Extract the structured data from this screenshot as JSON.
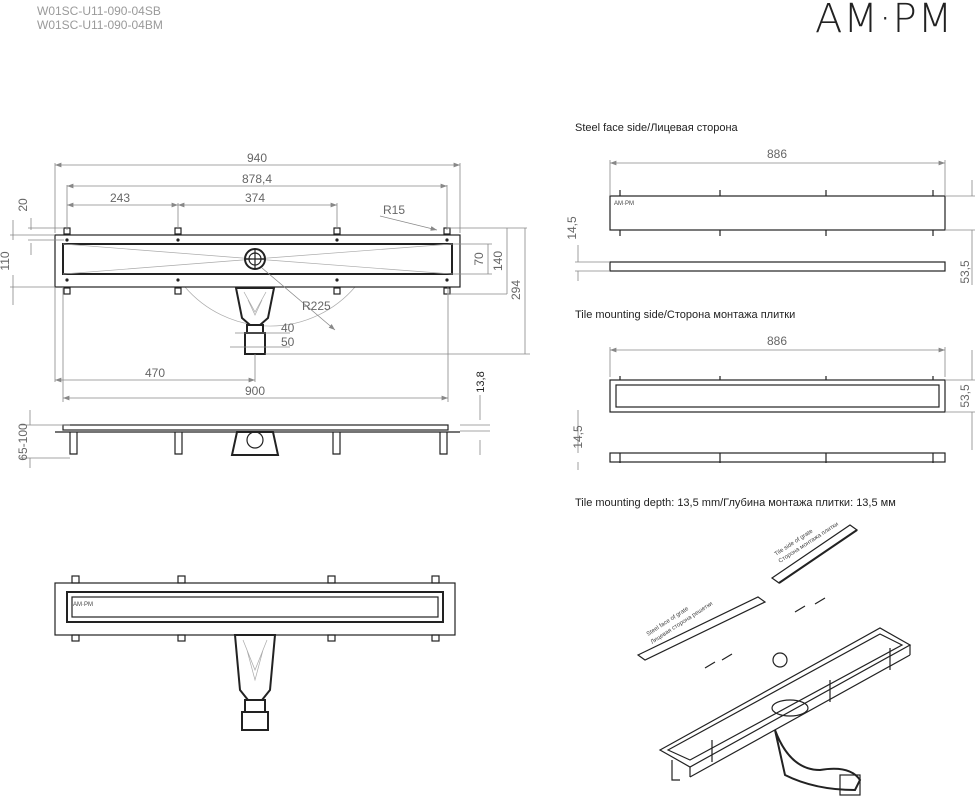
{
  "header": {
    "codes": [
      "W01SC-U11-090-04SB",
      "W01SC-U11-090-04BM"
    ],
    "logo": "AM·PM"
  },
  "top_view": {
    "dims": {
      "d940": "940",
      "d878": "878,4",
      "d243": "243",
      "d374": "374",
      "d20": "20",
      "d110": "110",
      "d70": "70",
      "d140": "140",
      "d294": "294",
      "r15": "R15",
      "r225": "R225",
      "d40": "40",
      "d50": "50",
      "d470": "470",
      "d900": "900",
      "d138": "13,8"
    }
  },
  "side_view": {
    "height_range": "65-100"
  },
  "steel_face": {
    "title": "Steel face side/Лицевая сторона",
    "length": "886",
    "d145": "14,5",
    "d535": "53,5"
  },
  "tile_side": {
    "title": "Tile mounting side/Сторона монтажа плитки",
    "length": "886",
    "d535": "53,5",
    "d145": "14,5"
  },
  "depth_note": "Tile mounting depth: 13,5 mm/Глубина монтажа плитки: 13,5 мм",
  "iso": {
    "tile_grate": [
      "Tile side of grate",
      "Сторона монтажа плитки"
    ],
    "steel_grate": [
      "Steel face of grate",
      "Лицевая сторона решетки"
    ]
  }
}
